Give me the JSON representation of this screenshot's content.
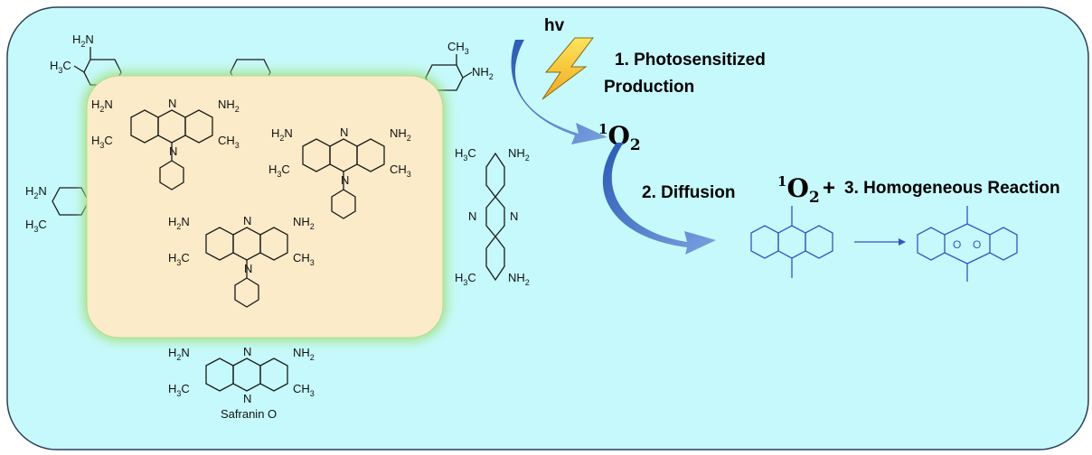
{
  "labels": {
    "hv": "hv",
    "step1_line1": "1.   Photosensitized",
    "step1_line2": "Production",
    "singlet_o2_sup": "1",
    "singlet_o2_base": "O",
    "singlet_o2_sub": "2",
    "step2": "2. Diffusion",
    "step3": "3. Homogeneous Reaction",
    "plus": "+",
    "safranin": "Safranin O"
  },
  "chem": {
    "nh2": "NH",
    "h2n": "H",
    "n2": "2",
    "ch3": "CH",
    "h3c": "H",
    "n3": "3",
    "c": "C",
    "n_atom": "N",
    "o_atom": "O",
    "dot": "·"
  },
  "colors": {
    "background_panel": "#c6f9fb",
    "inner_box": "#fbebc8",
    "inner_glow": "#9fe07a",
    "arrow_blue": "#4a78c8",
    "lightning": "#f5c52a",
    "product_blue": "#3355cc"
  }
}
